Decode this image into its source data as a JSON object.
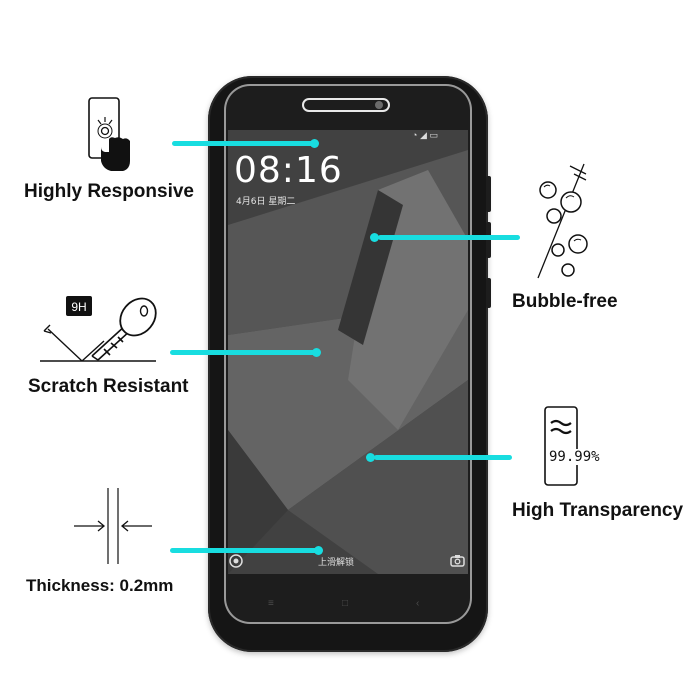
{
  "features": {
    "responsive_label": "Highly Responsive",
    "scratch_label": "Scratch Resistant",
    "scratch_badge": "9H",
    "thickness_label": "Thickness: 0.2mm",
    "bubble_label": "Bubble-free",
    "transparency_label": "High Transparency",
    "transparency_value": "99.99%"
  },
  "phone_screen": {
    "time": "08:16",
    "date": "4月6日 星期二",
    "unlock_hint": "上滑解锁"
  },
  "colors": {
    "pointer": "#18dde0",
    "phone_body": "#151515",
    "text": "#111111"
  }
}
